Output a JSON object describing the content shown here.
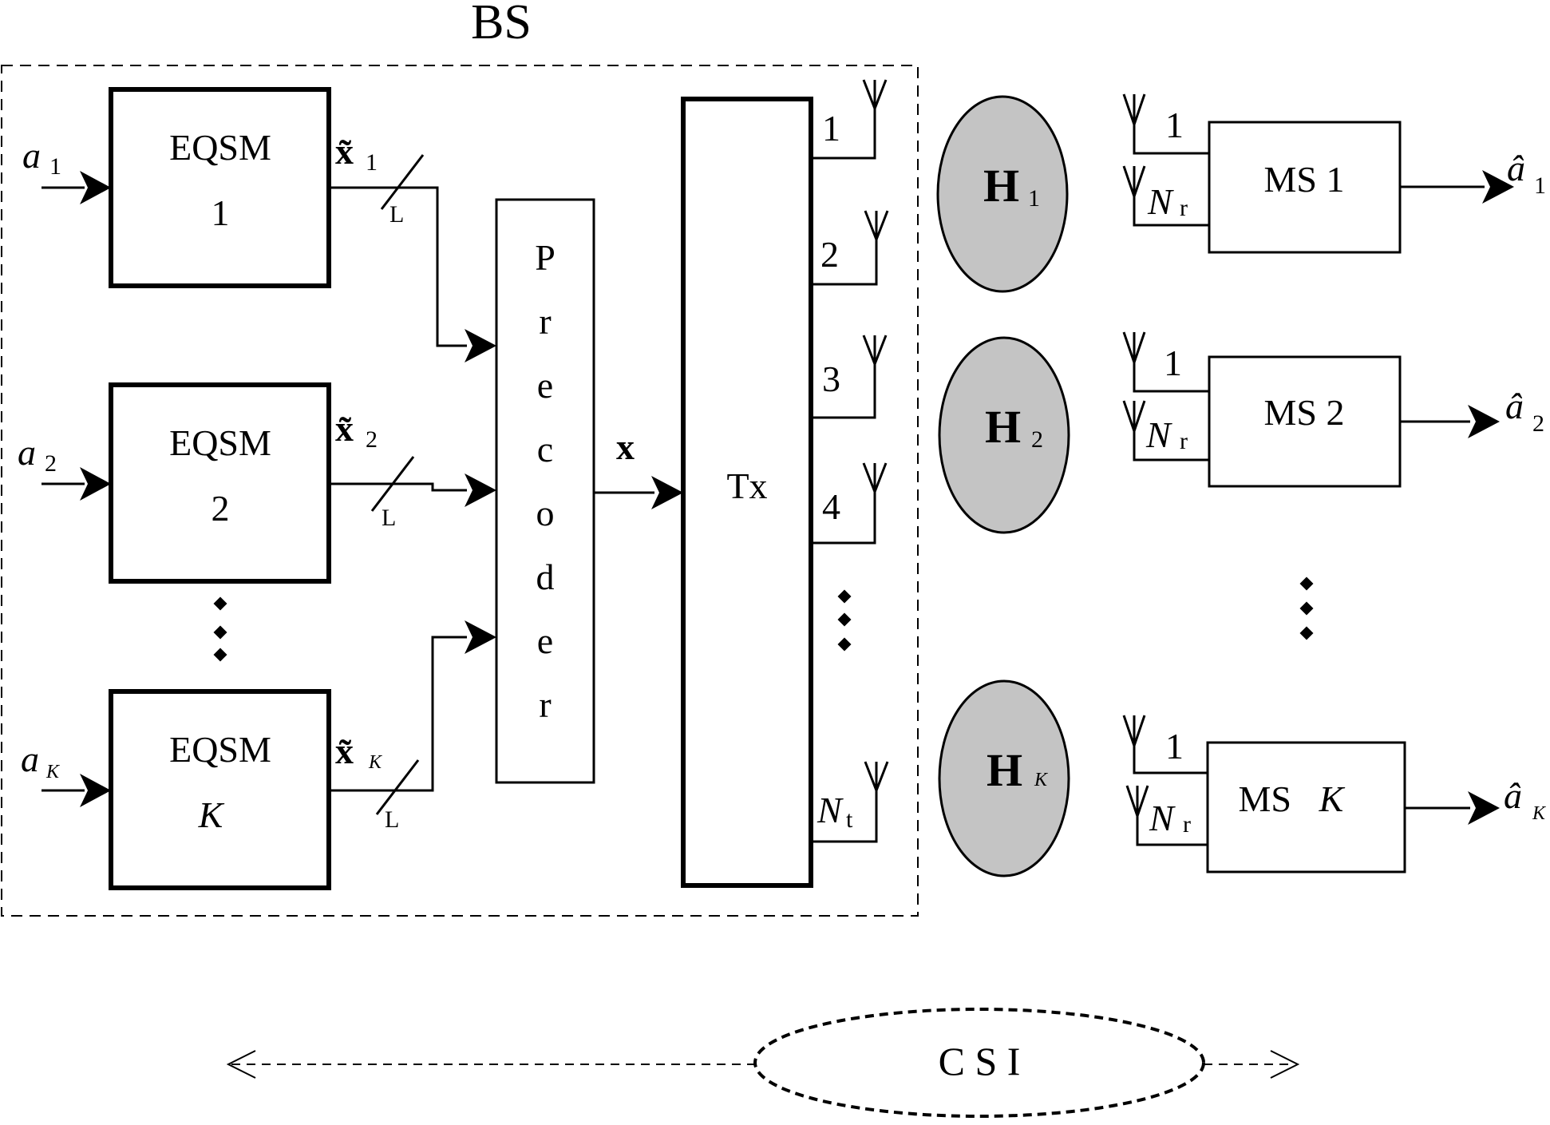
{
  "bs_label": "BS",
  "eqsm": [
    {
      "name": "EQSM",
      "index": "1",
      "input": "a",
      "input_sub": "1",
      "output": "x̃",
      "output_sub": "1",
      "bus": "L"
    },
    {
      "name": "EQSM",
      "index": "2",
      "input": "a",
      "input_sub": "2",
      "output": "x̃",
      "output_sub": "2",
      "bus": "L"
    },
    {
      "name": "EQSM",
      "index": "K",
      "input": "a",
      "input_sub": "K",
      "output": "x̃",
      "output_sub": "K",
      "bus": "L"
    }
  ],
  "precoder_letters": [
    "P",
    "r",
    "e",
    "c",
    "o",
    "d",
    "e",
    "r"
  ],
  "precoder_output": "x",
  "tx_label": "Tx",
  "antennas": [
    {
      "label": "1"
    },
    {
      "label": "2"
    },
    {
      "label": "3"
    },
    {
      "label": "4"
    },
    {
      "label": "N",
      "sub": "t"
    }
  ],
  "channels": [
    {
      "label": "H",
      "sub": "1"
    },
    {
      "label": "H",
      "sub": "2"
    },
    {
      "label": "H",
      "sub": "K"
    }
  ],
  "mobiles": [
    {
      "label": "MS 1",
      "ant1": "1",
      "ant2": "N",
      "ant2_sub": "r",
      "output": "â",
      "output_sub": "1"
    },
    {
      "label": "MS 2",
      "ant1": "1",
      "ant2": "N",
      "ant2_sub": "r",
      "output": "â",
      "output_sub": "2"
    },
    {
      "label": "MS",
      "label_italic": "K",
      "ant1": "1",
      "ant2": "N",
      "ant2_sub": "r",
      "output": "â",
      "output_sub": "K"
    }
  ],
  "csi_label": "C S I"
}
